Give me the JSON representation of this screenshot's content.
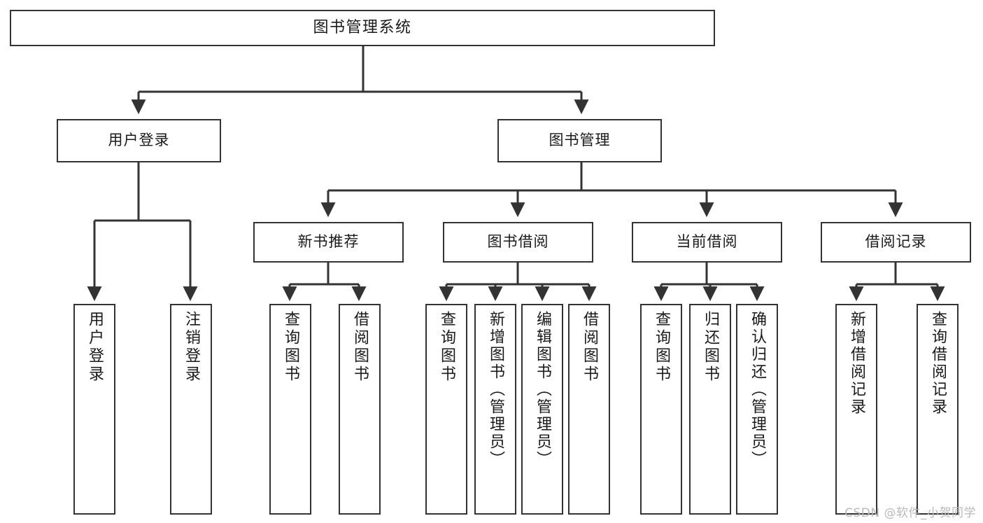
{
  "diagram": {
    "type": "tree-hierarchy",
    "title": "图书管理系统",
    "orientation": "top-down",
    "style": {
      "box_border_color": "#333333",
      "box_fill_color": "#ffffff",
      "connector_color": "#333333",
      "text_color": "#1a1a1a",
      "background": "#ffffff"
    },
    "levels": 4
  },
  "nodes": {
    "root": {
      "label": "图书管理系统",
      "level": 1
    },
    "level2": [
      {
        "id": "user-login",
        "label": "用户登录",
        "level": 2
      },
      {
        "id": "book-management",
        "label": "图书管理",
        "level": 2
      }
    ],
    "level3": [
      {
        "id": "new-book-recommend",
        "label": "新书推荐",
        "level": 3,
        "parent": "book-management"
      },
      {
        "id": "book-borrow",
        "label": "图书借阅",
        "level": 3,
        "parent": "book-management"
      },
      {
        "id": "current-borrow",
        "label": "当前借阅",
        "level": 3,
        "parent": "book-management"
      },
      {
        "id": "borrow-record",
        "label": "借阅记录",
        "level": 3,
        "parent": "book-management"
      }
    ],
    "leaves": [
      {
        "id": "leaf-user-login",
        "label": "用户登录",
        "parent": "user-login"
      },
      {
        "id": "leaf-logout-login",
        "label": "注销登录",
        "parent": "user-login"
      },
      {
        "id": "leaf-query-book-1",
        "label": "查询图书",
        "parent": "new-book-recommend"
      },
      {
        "id": "leaf-borrow-book-1",
        "label": "借阅图书",
        "parent": "new-book-recommend"
      },
      {
        "id": "leaf-query-book-2",
        "label": "查询图书",
        "parent": "book-borrow"
      },
      {
        "id": "leaf-add-book-admin",
        "label": "新增图书（管理员）",
        "parent": "book-borrow"
      },
      {
        "id": "leaf-edit-book-admin",
        "label": "编辑图书（管理员）",
        "parent": "book-borrow"
      },
      {
        "id": "leaf-borrow-book-2",
        "label": "借阅图书",
        "parent": "book-borrow"
      },
      {
        "id": "leaf-query-book-3",
        "label": "查询图书",
        "parent": "current-borrow"
      },
      {
        "id": "leaf-return-book",
        "label": "归还图书",
        "parent": "current-borrow"
      },
      {
        "id": "leaf-confirm-return",
        "label": "确认归还（管理员）",
        "parent": "current-borrow"
      },
      {
        "id": "leaf-add-record",
        "label": "新增借阅记录",
        "parent": "borrow-record"
      },
      {
        "id": "leaf-query-record",
        "label": "查询借阅记录",
        "parent": "borrow-record"
      }
    ]
  },
  "watermark": {
    "text": "CSDN @软件_小贺同学"
  }
}
